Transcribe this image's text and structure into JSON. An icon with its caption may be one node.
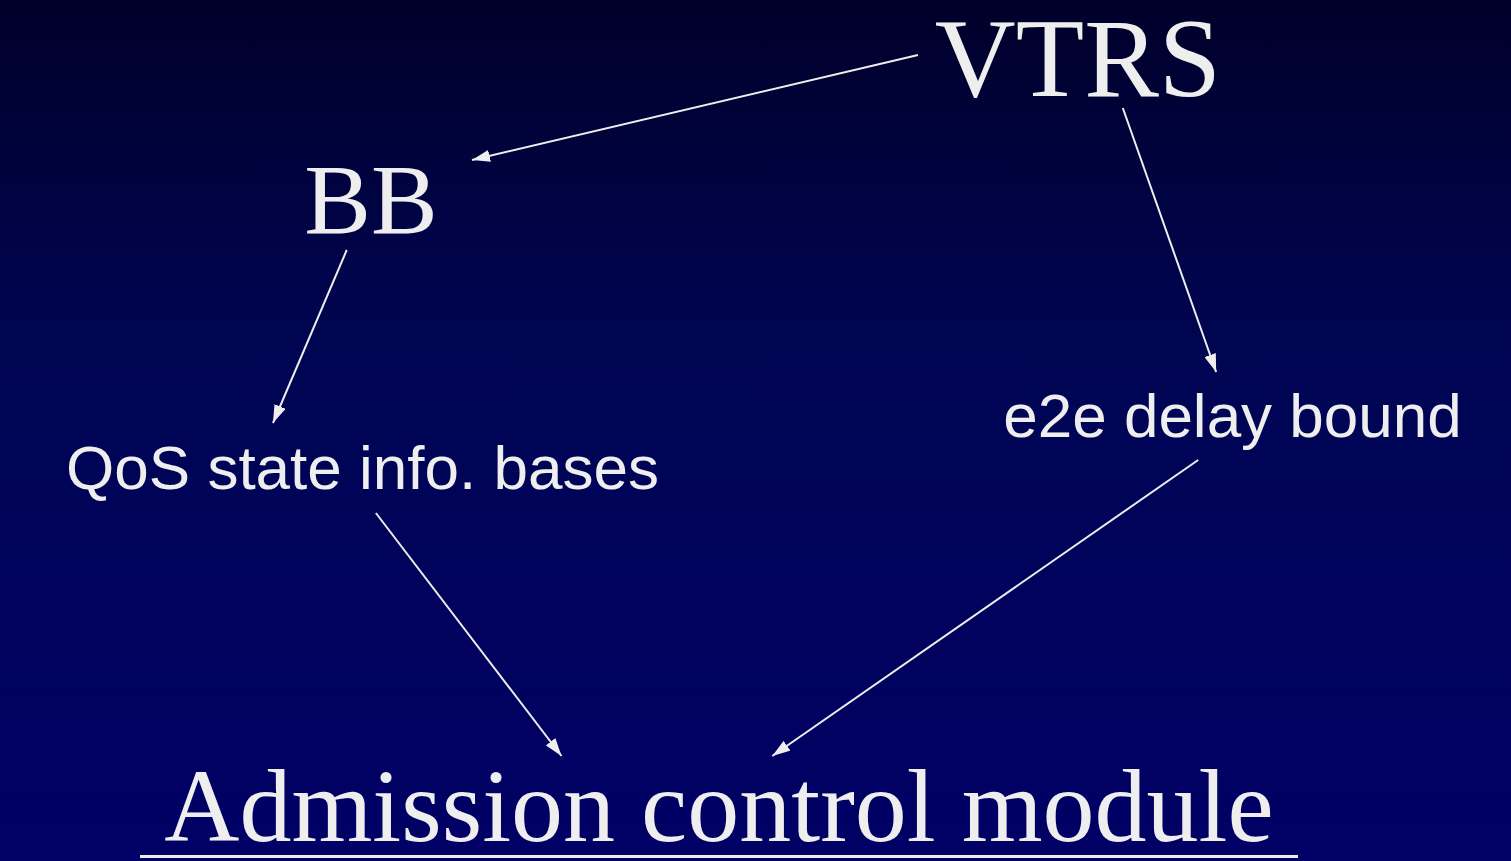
{
  "diagram": {
    "nodes": [
      {
        "text": [
          "VTRS"
        ]
      },
      {
        "text": [
          "BB"
        ]
      },
      {
        "text": [
          "QoS state info. bases"
        ]
      },
      {
        "text": [
          "e2e delay bound"
        ]
      },
      {
        "text": [
          "Admission control module"
        ]
      }
    ],
    "edges": [
      {
        "from": 0,
        "to": 1,
        "arrow": "to"
      },
      {
        "from": 1,
        "to": 2,
        "arrow": "to"
      },
      {
        "from": 0,
        "to": 3,
        "arrow": "to"
      },
      {
        "from": 2,
        "to": 4,
        "arrow": "to"
      },
      {
        "from": 3,
        "to": 4,
        "arrow": "to"
      }
    ]
  }
}
